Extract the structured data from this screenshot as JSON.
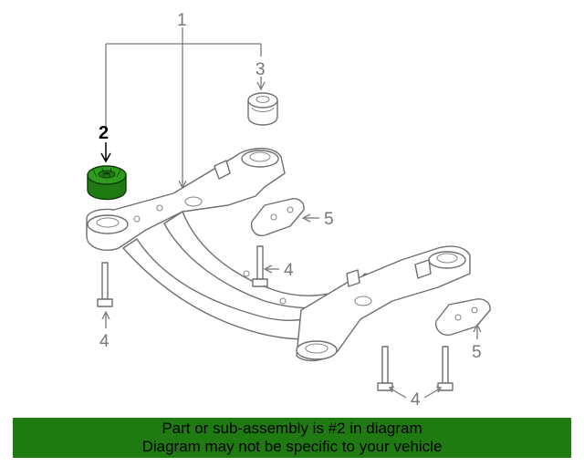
{
  "callouts": {
    "c1": "1",
    "c2": "2",
    "c3": "3",
    "c5a": "5",
    "c4a": "4",
    "c4b": "4",
    "c5b": "5",
    "c4c": "4"
  },
  "highlight_color": "#1f7a12",
  "highlighted_part": "2",
  "banner": {
    "line1": "Part or sub-assembly is #2 in diagram",
    "line2": "Diagram may not be specific to your vehicle"
  }
}
